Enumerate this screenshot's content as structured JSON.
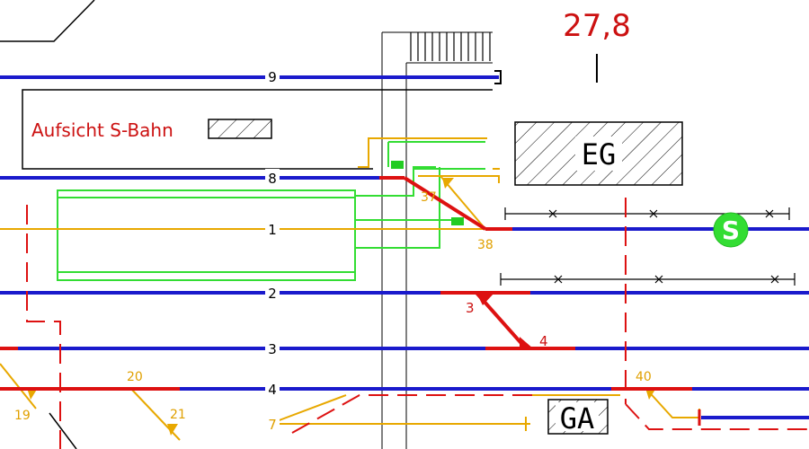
{
  "drawing": {
    "km_marker": "27,8",
    "supervision_label": "Aufsicht S-Bahn",
    "building_eg": "EG",
    "building_ga": "GA",
    "sbahn_symbol": "S",
    "tracks": [
      "9",
      "8",
      "1",
      "2",
      "3",
      "4",
      "7"
    ],
    "switches": [
      "37",
      "38",
      "3",
      "4",
      "20",
      "21",
      "19",
      "40"
    ],
    "colors": {
      "track_main": "#1a1acc",
      "track_secondary": "#e8a800",
      "track_active": "#dd1111",
      "platform": "#33dd33",
      "outline": "#000000",
      "boundary": "#dd1111"
    }
  }
}
